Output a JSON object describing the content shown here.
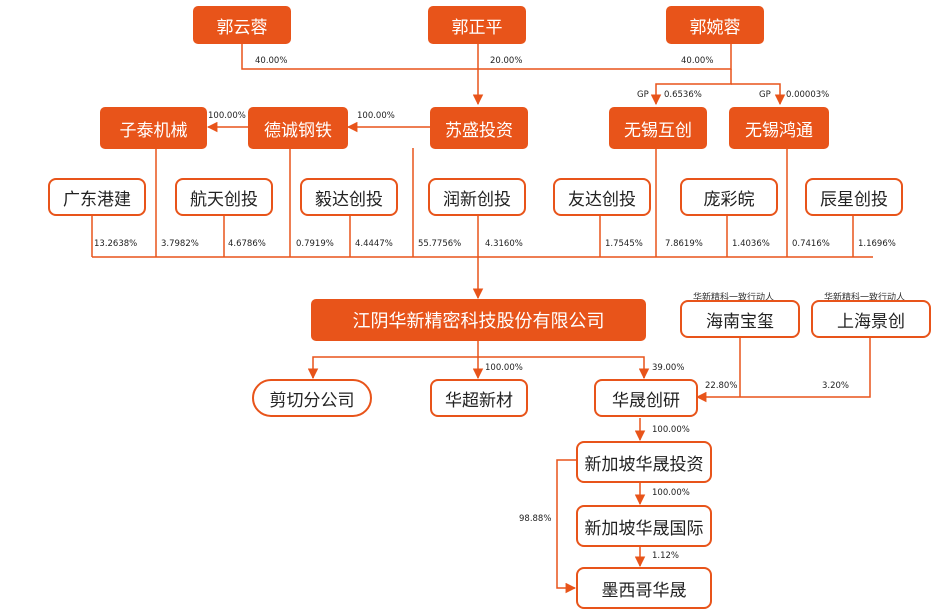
{
  "colors": {
    "accent": "#e8541a",
    "text": "#222222"
  },
  "nodes": {
    "guo_yunrong": "郭云蓉",
    "guo_zhengping": "郭正平",
    "guo_wanrong": "郭婉蓉",
    "zitai": "子泰机械",
    "decheng": "德诚钢铁",
    "susheng": "苏盛投资",
    "wuxi_huchuang": "无锡互创",
    "wuxi_hongtong": "无锡鸿通",
    "guangdong": "广东港建",
    "hangtian": "航天创投",
    "yida": "毅达创投",
    "runxin": "润新创投",
    "youda": "友达创投",
    "pangcaiwan": "庞彩皖",
    "chenxing": "辰星创投",
    "main_company": "江阴华新精密科技股份有限公司",
    "hainan": "海南宝玺",
    "shanghai": "上海景创",
    "jianqie": "剪切分公司",
    "huachao": "华超新材",
    "huasheng_yan": "华晟创研",
    "sg_invest": "新加坡华晟投资",
    "sg_intl": "新加坡华晟国际",
    "mexico": "墨西哥华晟"
  },
  "notes": {
    "hainan": "华新精科一致行动人",
    "shanghai": "华新精科一致行动人"
  },
  "edge_labels": {
    "yunrong": "40.00%",
    "zhengping": "20.00%",
    "wanrong": "40.00%",
    "gp1": "GP",
    "huchuang": "0.6536%",
    "gp2": "GP",
    "hongtong": "0.00003%",
    "zitai": "100.00%",
    "decheng": "100.00%",
    "guangdong": "13.2638%",
    "zitai_main": "3.7982%",
    "hangtian": "4.6786%",
    "decheng_main": "0.7919%",
    "yida": "4.4447%",
    "susheng_main": "55.7756%",
    "runxin": "4.3160%",
    "youda": "1.7545%",
    "huchuang_main": "7.8619%",
    "pangcaiwan": "1.4036%",
    "hongtong_main": "0.7416%",
    "chenxing": "1.1696%",
    "huachao": "100.00%",
    "huasheng": "39.00%",
    "hainan": "22.80%",
    "shanghai": "3.20%",
    "sg_invest": "100.00%",
    "sg_intl": "100.00%",
    "mexico_a": "98.88%",
    "mexico_b": "1.12%"
  }
}
